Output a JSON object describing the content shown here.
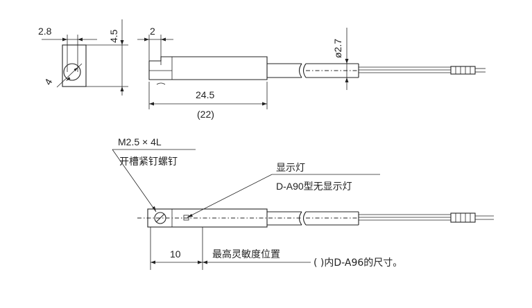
{
  "top_view": {
    "dim_2_8": "2.8",
    "dim_4_5": "4.5",
    "dim_4": "4",
    "dim_2": "2",
    "dim_phi_2_7": "ø2.7",
    "dim_24_5": "24.5",
    "dim_22": "(22)"
  },
  "bottom_view": {
    "screw_spec": "M2.5 × 4L",
    "screw_name": "开槽紧钉螺钉",
    "indicator_label": "显示灯",
    "indicator_note": "D-A90型无显示灯",
    "dim_10": "10",
    "sensitivity_label": "最高灵敏度位置",
    "paren_note": "( )内D-A96的尺寸。"
  },
  "colors": {
    "line": "#222222",
    "background": "#ffffff"
  }
}
